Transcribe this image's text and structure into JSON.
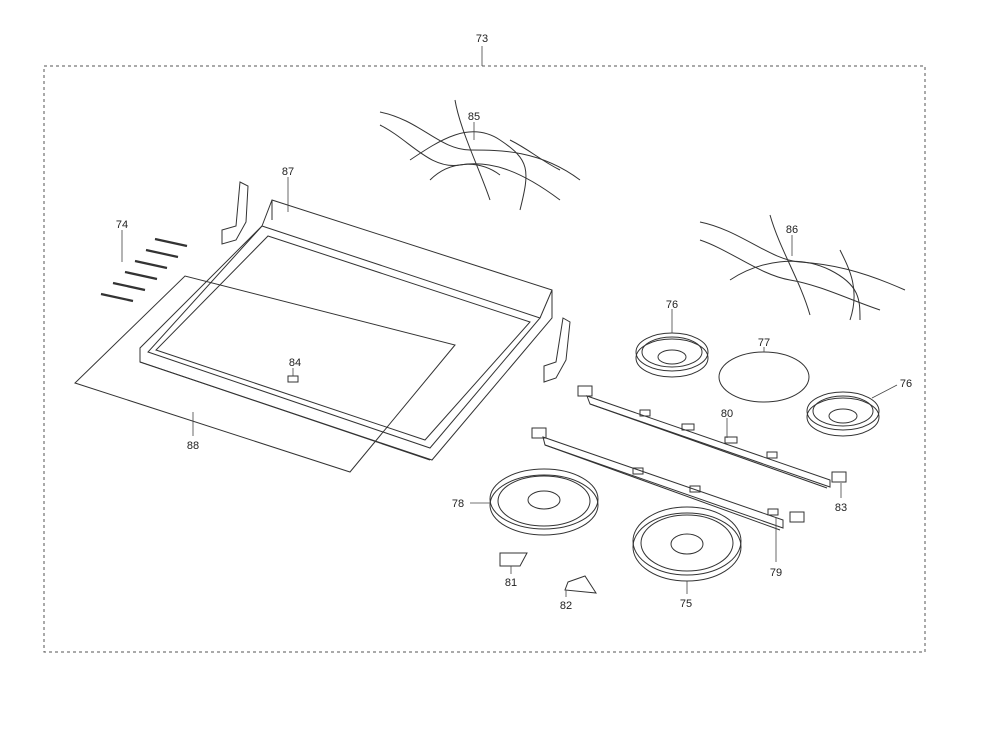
{
  "diagram": {
    "assembly_label": "73",
    "parts": {
      "p74": "74",
      "p75": "75",
      "p76a": "76",
      "p76b": "76",
      "p77": "77",
      "p78": "78",
      "p79": "79",
      "p80": "80",
      "p81": "81",
      "p82": "82",
      "p83": "83",
      "p84": "84",
      "p85": "85",
      "p86": "86",
      "p87": "87",
      "p88": "88"
    }
  }
}
